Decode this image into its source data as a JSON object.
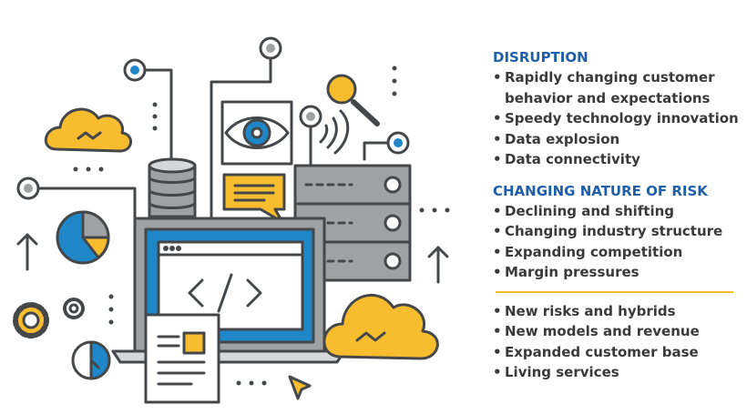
{
  "palette": {
    "blue": "#1f86c8",
    "yellow": "#f7bd2e",
    "stroke": "#45484b",
    "grey": "#9fa1a3",
    "heading": "#1f5ea8"
  },
  "icons": [
    "cloud-icon",
    "database-icon",
    "eye-icon",
    "magnifier-icon",
    "chat-bubble-icon",
    "server-rack-icon",
    "laptop-code-icon",
    "document-icon",
    "pie-chart-icon",
    "clock-icon",
    "gear-icon",
    "arrow-up-icon",
    "cursor-icon",
    "signal-icon"
  ],
  "panel": {
    "sections": [
      {
        "title": "DISRUPTION",
        "items": [
          "Rapidly changing customer behavior and expectations",
          "Speedy technology innovation",
          "Data explosion",
          "Data connectivity"
        ]
      },
      {
        "title": "CHANGING NATURE OF RISK",
        "items": [
          "Declining and shifting",
          "Changing industry structure",
          "Expanding competition",
          "Margin pressures"
        ]
      }
    ],
    "extra_items": [
      "New risks and hybrids",
      "New models and revenue",
      "Expanded customer base",
      "Living services"
    ]
  }
}
